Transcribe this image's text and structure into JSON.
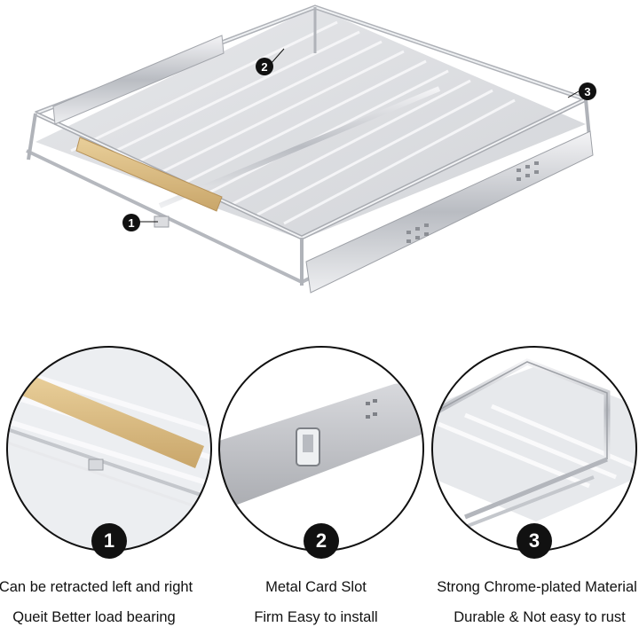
{
  "callouts": {
    "hero_1": "1",
    "hero_2": "2",
    "hero_3": "3"
  },
  "details": [
    {
      "number": "1",
      "line1": "Can be retracted left and right",
      "line2": "Queit Better load bearing"
    },
    {
      "number": "2",
      "line1": "Metal Card Slot",
      "line2": "Firm Easy to install"
    },
    {
      "number": "3",
      "line1": "Strong Chrome-plated Material",
      "line2": "Durable & Not easy to rust"
    }
  ]
}
